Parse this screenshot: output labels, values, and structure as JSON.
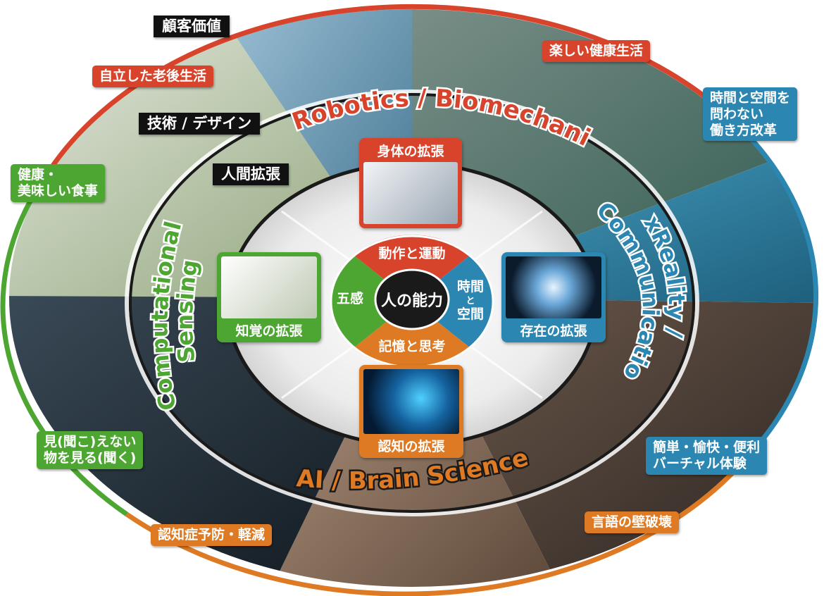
{
  "tiers": {
    "customer_value": "顧客価値",
    "tech_design": "技術 / デザイン",
    "human_aug": "人間拡張"
  },
  "arcs": {
    "robotics": "Robotics / Biomechanics",
    "sensing_line1": "Computational",
    "sensing_line2": "Sensing",
    "xr_line1": "xReality /",
    "xr_line2": "Communication",
    "ai": "AI / Brain Science"
  },
  "values": {
    "independent_senior": "自立した老後生活",
    "fun_health": "楽しい健康生活",
    "work_style_1": "時間と空間を",
    "work_style_2": "問わない",
    "work_style_3": "働き方改革",
    "food_1": "健康・",
    "food_2": "美味しい食事",
    "see_hear_1": "見(聞こ)えない",
    "see_hear_2": "物を見る(聞く)",
    "dementia": "認知症予防・軽減",
    "language": "言語の壁破壊",
    "virtual_1": "簡単・愉快・便利",
    "virtual_2": "バーチャル体験"
  },
  "augment": {
    "body": "身体の拡張",
    "perception": "知覚の拡張",
    "presence": "存在の拡張",
    "cognition": "認知の拡張"
  },
  "core": {
    "center": "人の能力",
    "motion": "動作と運動",
    "senses": "五感",
    "time_space_1": "時間",
    "time_space_2": "と",
    "time_space_3": "空間",
    "memory": "記憶と思考"
  },
  "colors": {
    "red": "#d8432b",
    "blue": "#2c86b2",
    "green": "#4ea632",
    "orange": "#dd7a23",
    "dark": "#1a1a1a"
  }
}
